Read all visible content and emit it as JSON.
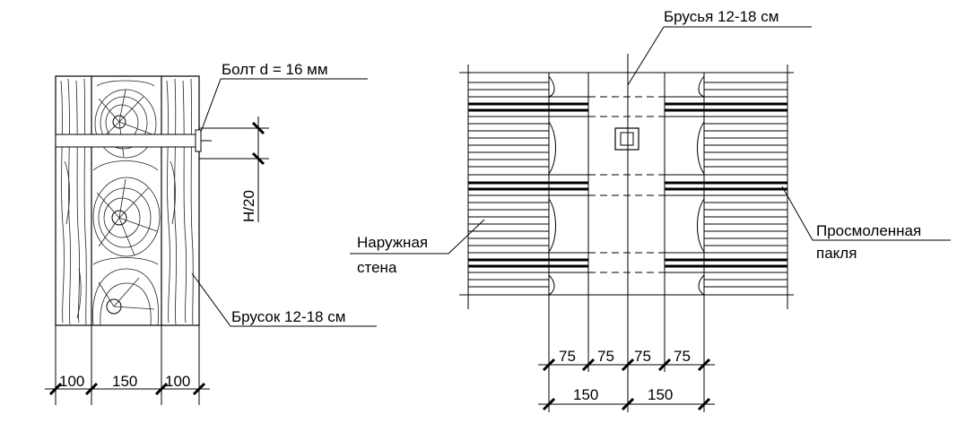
{
  "labels": {
    "bolt": "Болт d = 16 мм",
    "h20": "H/20",
    "brusok": "Брусок 12-18 см",
    "brusya": "Брусья 12-18 см",
    "outer_wall_1": "Наружная",
    "outer_wall_2": "стена",
    "tarred_1": "Просмоленная",
    "tarred_2": "пакля"
  },
  "left_dims": [
    "100",
    "150",
    "100"
  ],
  "right_dims_top": [
    "75",
    "75",
    "75",
    "75"
  ],
  "right_dims_bottom": [
    "150",
    "150"
  ]
}
